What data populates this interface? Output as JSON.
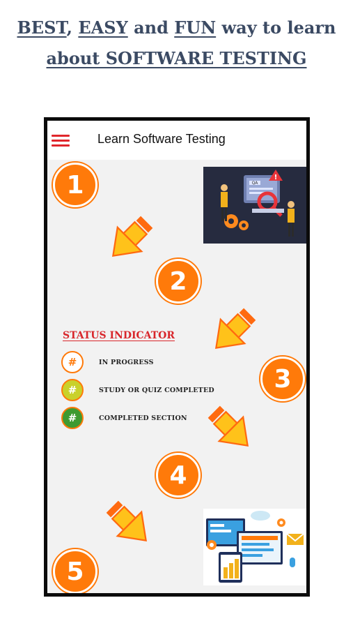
{
  "headline": {
    "w1": "BEST",
    "sep1": ", ",
    "w2": "EASY",
    "sep2": " and ",
    "w3": "FUN",
    "rest1": " way to learn",
    "line2": "about SOFTWARE TESTING"
  },
  "app": {
    "title": "Learn Software Testing"
  },
  "steps": [
    "1",
    "2",
    "3",
    "4",
    "5"
  ],
  "status": {
    "title": "STATUS INDICATOR",
    "items": [
      {
        "symbol": "#",
        "label": "IN PROGRESS",
        "fill": "#ffffff",
        "symbol_color": "#ff7a0a"
      },
      {
        "symbol": "#",
        "label": "STUDY OR QUIZ COMPLETED",
        "fill": "#c9d12b",
        "symbol_color": "#ffffff"
      },
      {
        "symbol": "#",
        "label": "COMPLETED SECTION",
        "fill": "#3e9a31",
        "symbol_color": "#ffffff"
      }
    ]
  },
  "colors": {
    "accent_orange": "#ff7a0a",
    "arrow_yellow": "#ffc21a",
    "arrow_orange": "#ff6a10",
    "menu_red": "#e0262b",
    "headline": "#3b4a63"
  },
  "icons": {
    "menu": "hamburger-menu-icon",
    "qa_illustration": "qa-testing-illustration",
    "devices_illustration": "devices-illustration"
  }
}
